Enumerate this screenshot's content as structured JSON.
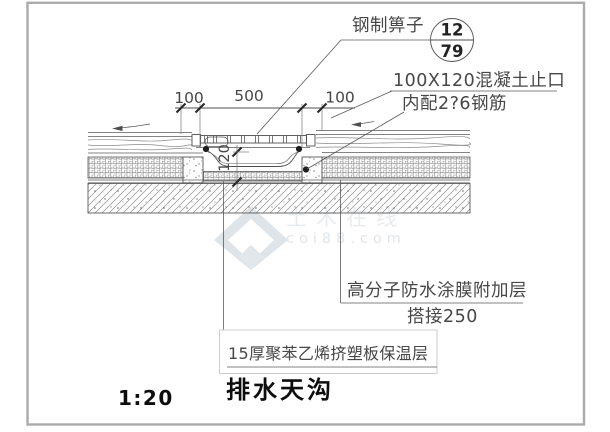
{
  "canvas": {
    "title_text": "排水天沟",
    "scale_text": "1:20"
  },
  "detail_bubble": {
    "detail_number": "12",
    "sheet_number": "79"
  },
  "labels": {
    "steel_grate": "钢制箅子",
    "concrete_stop": "100X120混凝土止口",
    "concrete_stop_rebar": "内配2?6钢筋",
    "waterproof_membrane": "高分子防水涂膜附加层",
    "membrane_lap": "搭接250",
    "insulation_board": "15厚聚苯乙烯挤塑板保温层"
  },
  "dimensions": {
    "left_offset": "100",
    "gutter_width": "500",
    "right_offset": "100",
    "gutter_depth": "120"
  },
  "watermark": {
    "site_name": "土木在线",
    "site_url": "coi88.com"
  },
  "colors": {
    "line": "#4f4f4f",
    "frame_border": "#ababab",
    "title": "#111111",
    "watermark": "#c9d1d8"
  }
}
